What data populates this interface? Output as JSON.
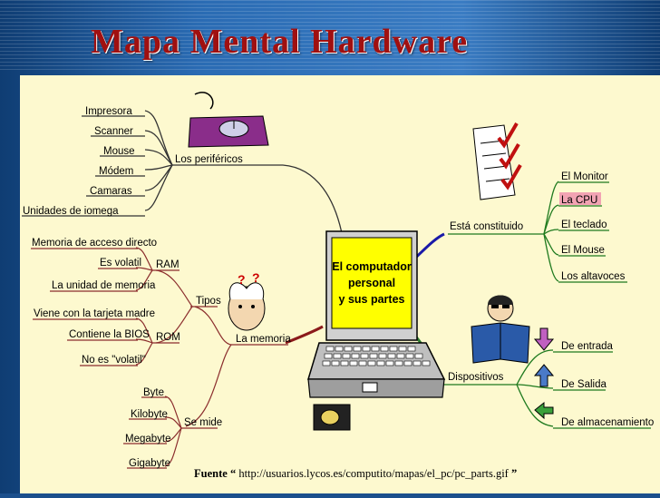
{
  "title": "Mapa Mental Hardware",
  "center": {
    "line1": "El computador",
    "line2": "personal",
    "line3": "y sus partes"
  },
  "perifericos": {
    "label": "Los periféricos",
    "items": [
      "Impresora",
      "Scanner",
      "Mouse",
      "Módem",
      "Camaras",
      "Unidades de iomega"
    ]
  },
  "memoria": {
    "label": "La memoria",
    "tipos_label": "Tipos",
    "ram_label": "RAM",
    "ram_items": [
      "Memoria de acceso directo",
      "Es volatil",
      "La unidad de memoria"
    ],
    "rom_label": "ROM",
    "rom_items": [
      "Viene con la tarjeta madre",
      "Contiene la BIOS",
      "No es \"volatil\""
    ],
    "mide_label": "Se mide",
    "mide_items": [
      "Byte",
      "Kilobyte",
      "Megabyte",
      "Gigabyte"
    ]
  },
  "constituido": {
    "label": "Está constituido",
    "items": [
      "El Monitor",
      "La CPU",
      "El teclado",
      "El Mouse",
      "Los altavoces"
    ]
  },
  "dispositivos": {
    "label": "Dispositivos",
    "items": [
      "De entrada",
      "De Salida",
      "De almacenamiento"
    ]
  },
  "footer": {
    "prefix": "Fuente",
    "open_quote": "“",
    "url": "http://usuarios.lycos.es/computito/mapas/el_pc/pc_parts.gif",
    "close_quote": "”"
  },
  "colors": {
    "title": "#a01010",
    "canvas": "#fdf9cf",
    "screen": "#ffff00",
    "branch": "#2e7d2e"
  }
}
